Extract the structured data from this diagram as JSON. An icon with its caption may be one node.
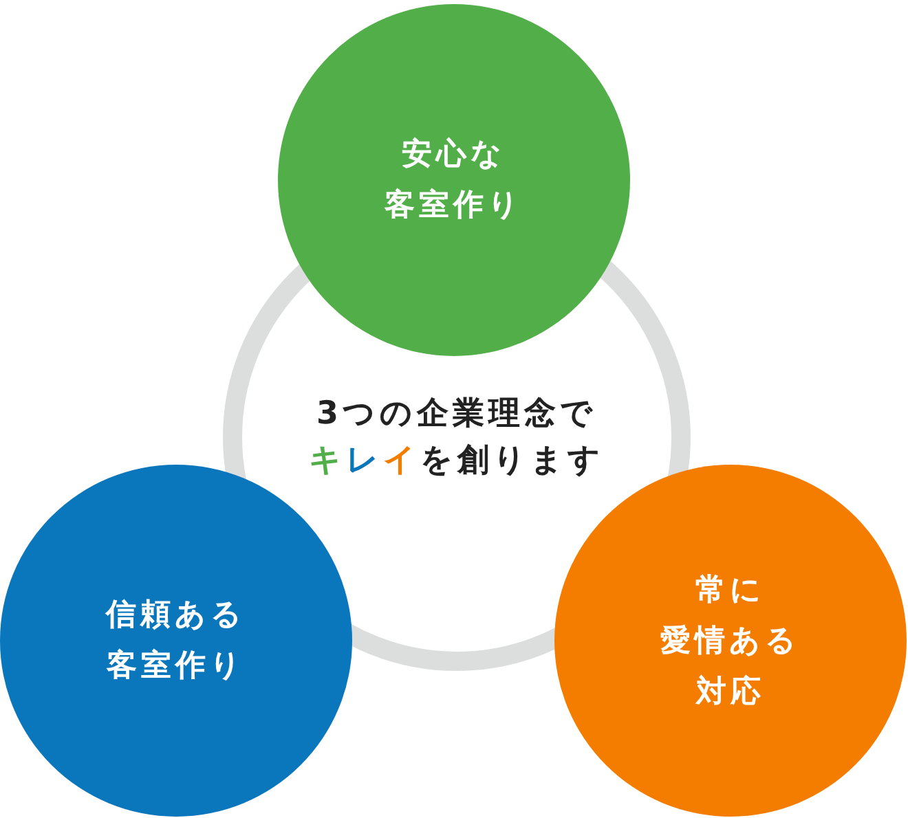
{
  "diagram": {
    "nodes": [
      {
        "text": [
          "安心な客室作り"
        ]
      },
      {
        "text": [
          "3つの企業理念で",
          "キ",
          "レ",
          "イ",
          "を創ります"
        ]
      },
      {
        "text": [
          "信頼ある客室作り"
        ]
      },
      {
        "text": [
          "常に愛情ある対応"
        ]
      }
    ]
  }
}
